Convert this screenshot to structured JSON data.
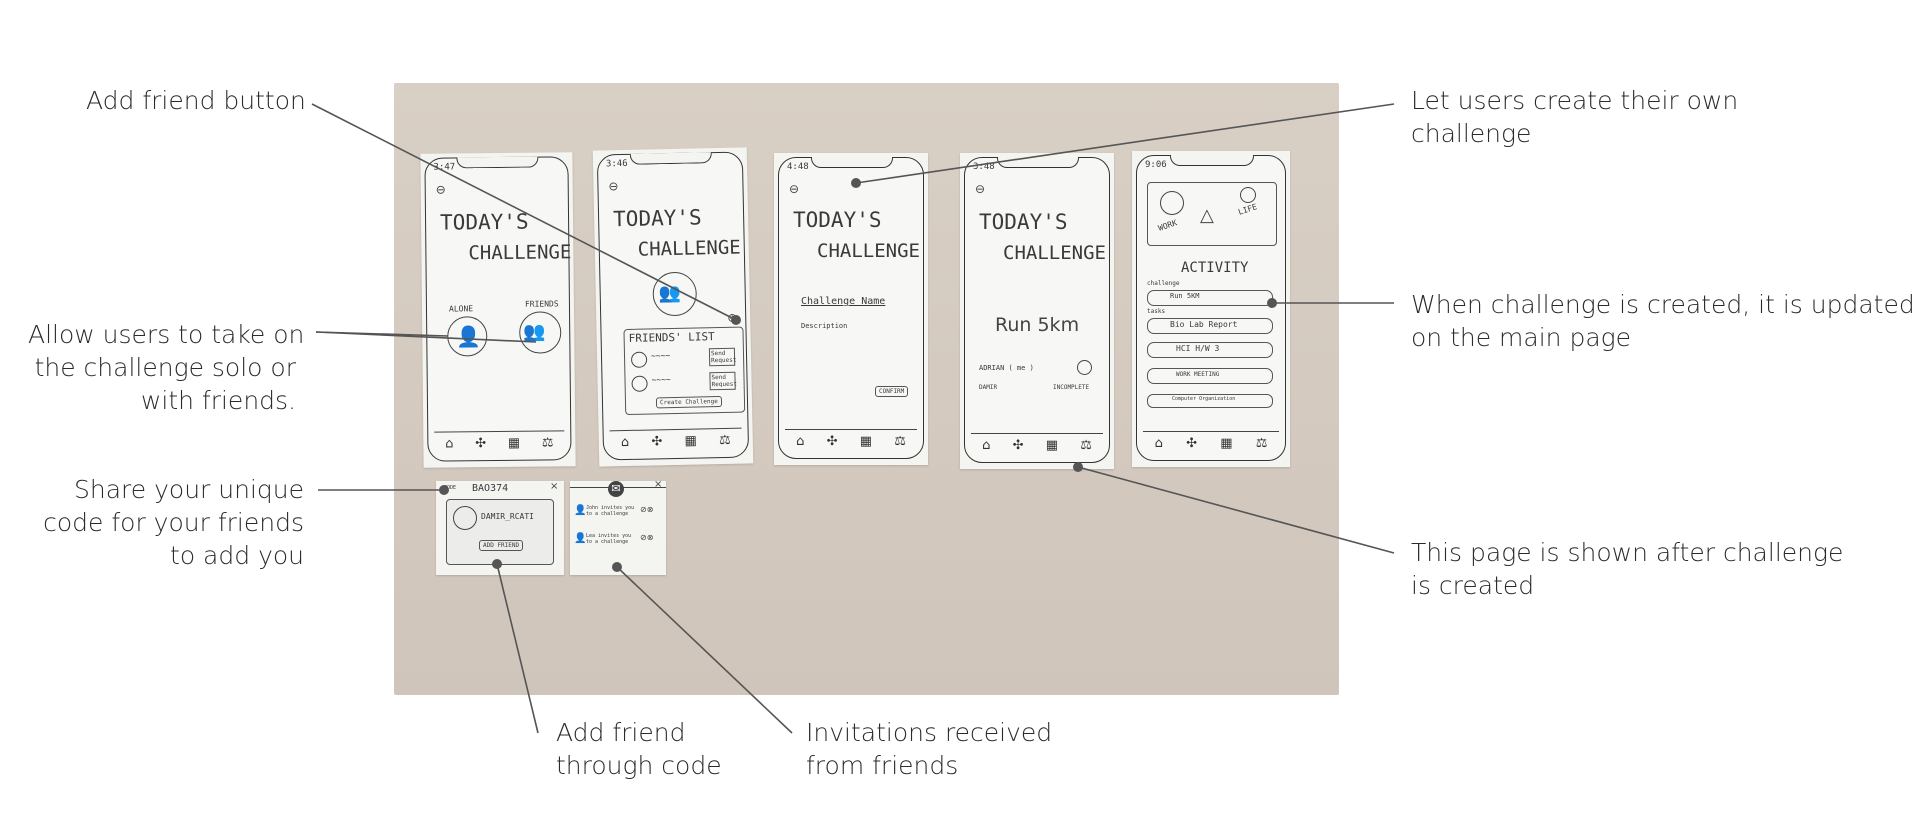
{
  "annotations": {
    "add_friend_button": "Add friend button",
    "solo_or_friends": [
      "Allow users to take on",
      "the challenge solo or",
      "with friends."
    ],
    "share_code": [
      "Share your unique",
      "code for your friends",
      "to add you"
    ],
    "add_friend_code": [
      "Add friend",
      "through code"
    ],
    "invitations": [
      "Invitations received",
      "from friends"
    ],
    "create_own": [
      "Let users create their own",
      "challenge"
    ],
    "updated_main": [
      "When challenge is created, it is updated",
      "on the main page"
    ],
    "shown_after": [
      "This page is shown after challenge",
      "is created"
    ]
  },
  "sketches": {
    "heading_line1": "TODAY'S",
    "heading_line2": "CHALLENGE",
    "alone_label": "ALONE",
    "friends_label": "FRIENDS",
    "friends_list_title": "FRIENDS' LIST",
    "send_request": "Send Request",
    "create_challenge": "Create Challenge",
    "challenge_name": "Challenge Name",
    "description": "Description",
    "confirm": "CONFIRM",
    "run_5km": "Run 5km",
    "adrian_me": "ADRIAN ( me )",
    "damir": "DAMIR",
    "incomplete": "INCOMPLETE",
    "activity_title": "ACTIVITY",
    "work_label": "WORK",
    "life_label": "LIFE",
    "challenge_label": "challenge",
    "run_5km_small": "Run 5KM",
    "tasks_label": "tasks",
    "task_1": "Bio Lab Report",
    "task_2": "HCI H/W 3",
    "task_3": "WORK MEETING",
    "task_4": "Computer Organization",
    "code_value": "BAO374",
    "code_label": "CODE",
    "user_name": "DAMIR_RCATI",
    "add_friend_btn": "ADD FRIEND",
    "invite_1": "John invites you to a challenge",
    "invite_2": "Lea invites you to a challenge",
    "time_1": "3:47",
    "time_2": "3:46",
    "time_3": "4:48",
    "time_4": "3:48",
    "time_5": "9:06"
  }
}
